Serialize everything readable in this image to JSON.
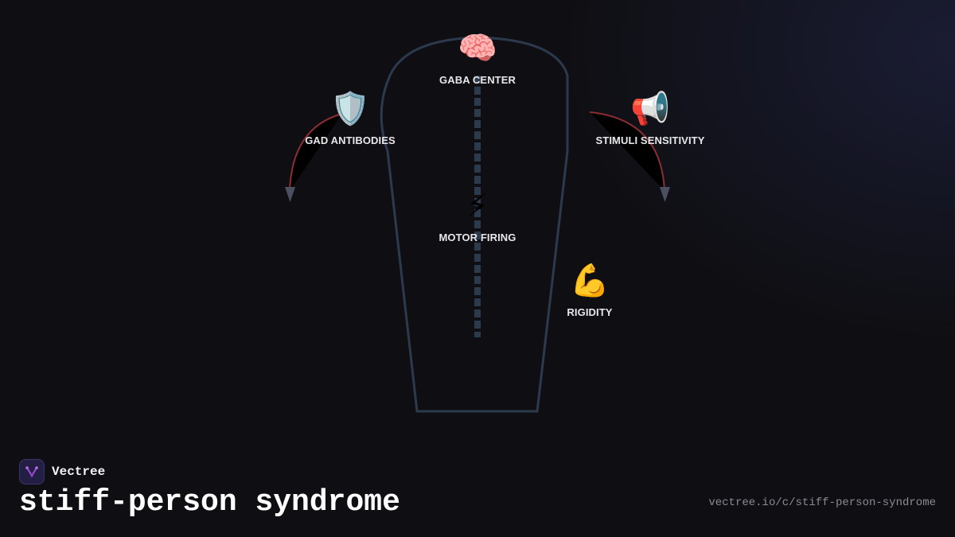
{
  "title": "stiff-person syndrome",
  "brand": {
    "name": "Vectree",
    "logo_icon": "vectree-logo-icon"
  },
  "url": "vectree.io/c/stiff-person-syndrome",
  "colors": {
    "background": "#0f0f13",
    "outline": "#2c3a4e",
    "arc": "#8b2e33",
    "arrowhead": "#4a5060",
    "label": "#e8e8ec"
  },
  "nodes": [
    {
      "id": "gaba-center",
      "label": "GABA CENTER",
      "icon": "brain-icon",
      "glyph": "🧠"
    },
    {
      "id": "gad-antibodies",
      "label": "GAD ANTIBODIES",
      "icon": "shield-icon",
      "glyph": "🛡️"
    },
    {
      "id": "stimuli-sensitivity",
      "label": "STIMULI SENSITIVITY",
      "icon": "megaphone-icon",
      "glyph": "📢"
    },
    {
      "id": "motor-firing",
      "label": "MOTOR FIRING",
      "icon": "lightning-icon",
      "glyph": "⚡"
    },
    {
      "id": "rigidity",
      "label": "RIGIDITY",
      "icon": "flexed-biceps-icon",
      "glyph": "💪"
    }
  ]
}
